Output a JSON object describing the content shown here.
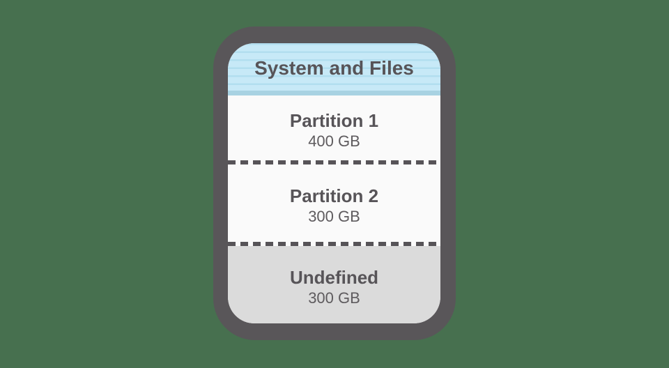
{
  "diagram": {
    "header_label": "System and Files",
    "partitions": [
      {
        "name": "Partition 1",
        "size": "400 GB"
      },
      {
        "name": "Partition 2",
        "size": "300 GB"
      },
      {
        "name": "Undefined",
        "size": "300 GB"
      }
    ]
  },
  "colors": {
    "background": "#47704F",
    "device_border": "#595659",
    "header_fill": "#C7E9F7",
    "header_stripe": "#B2DEEF",
    "header_band": "#A8D2E2",
    "partition_fill": "#FAFAFA",
    "undefined_fill": "#DBDBDB",
    "divider": "#575458",
    "text": "#575458",
    "text_secondary": "#5E5B5E"
  }
}
